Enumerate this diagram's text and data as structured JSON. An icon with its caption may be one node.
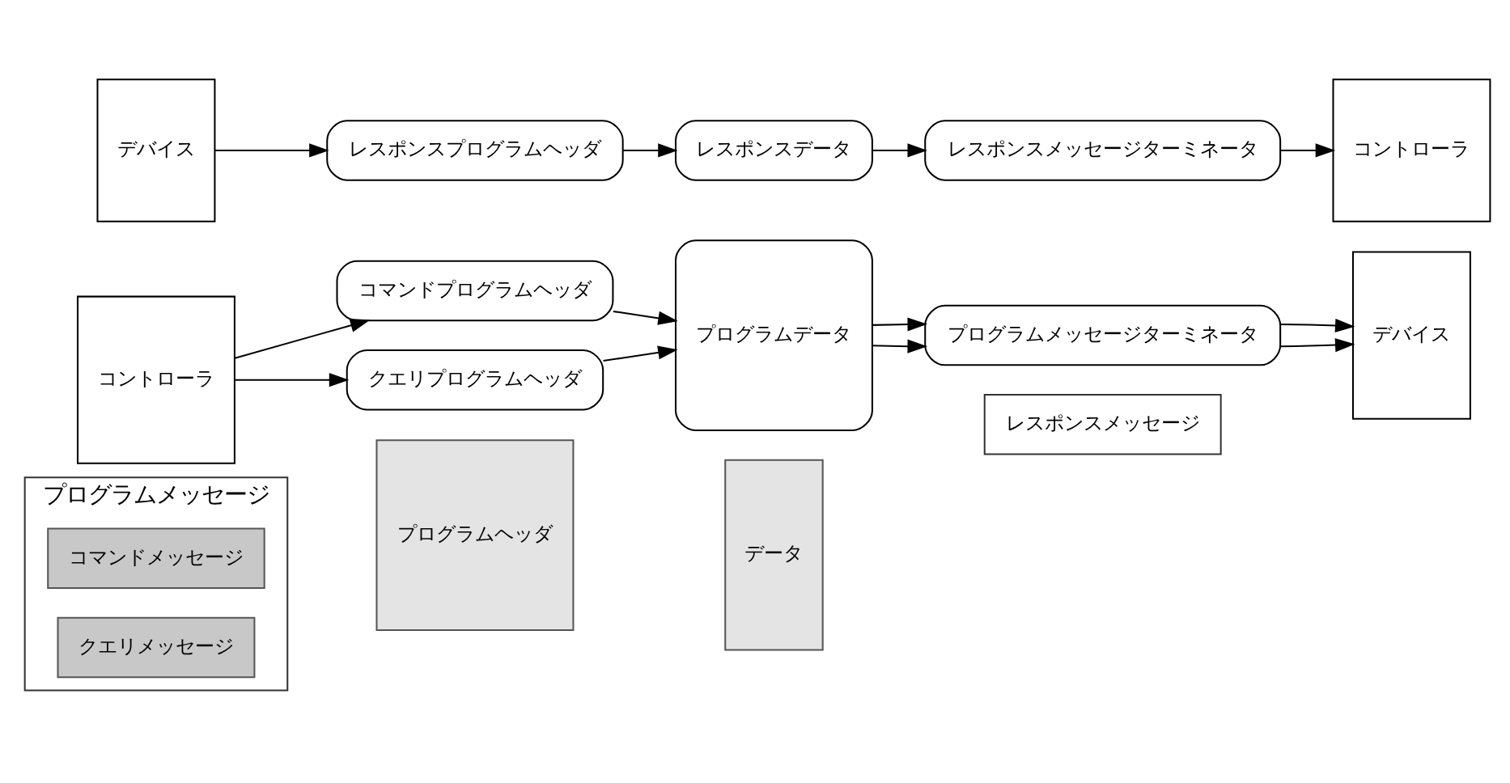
{
  "diagram": {
    "nodes": [
      {
        "text": [
          "プログラムメッセージ"
        ]
      },
      {
        "text": [
          "コマンドメッセージ"
        ],
        "in": 0
      },
      {
        "text": [
          "クエリメッセージ"
        ],
        "in": 0
      },
      {
        "text": [
          "プログラムヘッダ"
        ]
      },
      {
        "text": [
          "データ"
        ]
      },
      {
        "text": [
          "レスポンスメッセージ"
        ]
      },
      {
        "text": [
          "コントローラ"
        ]
      },
      {
        "text": [
          "コマンドプログラムヘッダ"
        ]
      },
      {
        "text": [
          "クエリプログラムヘッダ"
        ]
      },
      {
        "text": [
          "プログラムデータ"
        ]
      },
      {
        "text": [
          "プログラムメッセージターミネータ"
        ]
      },
      {
        "text": [
          "デバイス"
        ]
      },
      {
        "text": [
          "デバイス"
        ]
      },
      {
        "text": [
          "レスポンスプログラムヘッダ"
        ]
      },
      {
        "text": [
          "レスポンスデータ"
        ]
      },
      {
        "text": [
          "レスポンスメッセージターミネータ"
        ]
      },
      {
        "text": [
          "コントローラ"
        ]
      }
    ],
    "edges": [
      {
        "from": 6,
        "to": 7,
        "arrow": "to"
      },
      {
        "from": 7,
        "to": 9,
        "arrow": "to"
      },
      {
        "from": 9,
        "to": 10,
        "arrow": "to"
      },
      {
        "from": 10,
        "to": 11,
        "arrow": "to"
      },
      {
        "from": 6,
        "to": 8,
        "arrow": "to"
      },
      {
        "from": 8,
        "to": 9,
        "arrow": "to"
      },
      {
        "from": 9,
        "to": 10,
        "arrow": "to"
      },
      {
        "from": 10,
        "to": 11,
        "arrow": "to"
      },
      {
        "from": 12,
        "to": 13,
        "arrow": "to"
      },
      {
        "from": 13,
        "to": 14,
        "arrow": "to"
      },
      {
        "from": 14,
        "to": 15,
        "arrow": "to"
      },
      {
        "from": 15,
        "to": 16,
        "arrow": "to"
      }
    ]
  }
}
